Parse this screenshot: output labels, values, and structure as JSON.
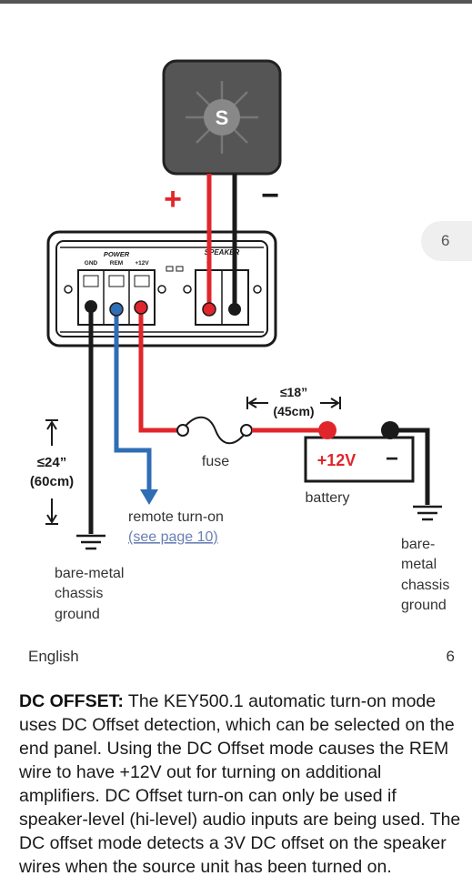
{
  "diagram": {
    "plus_sign": "+",
    "minus_sign": "−",
    "amp": {
      "power_label": "POWER",
      "speaker_label": "SPEAKER",
      "gnd_label": "GND",
      "rem_label": "REM",
      "v12_label": "+12V",
      "spk_plus": "+",
      "spk_minus": "−"
    },
    "dim_18": "≤18”",
    "dim_18_cm": "(45cm)",
    "dim_24": "≤24”",
    "dim_24_cm": "(60cm)",
    "fuse_label": "fuse",
    "battery_label": "battery",
    "battery_plus": "+12V",
    "battery_minus": "−",
    "remote_label": "remote turn-on",
    "remote_link": "(see page 10)",
    "ground_left": [
      "bare-metal",
      "chassis",
      "ground"
    ],
    "ground_right": [
      "bare-",
      "metal",
      "chassis",
      "ground"
    ],
    "colors": {
      "red": "#e0262b",
      "blue": "#2f6db5",
      "black": "#1a1a1a",
      "speaker": "#555555"
    }
  },
  "page_badge": "6",
  "footer": {
    "language": "English",
    "page_number": "6"
  },
  "paragraph": {
    "heading": "DC OFFSET:",
    "text": " The KEY500.1 automatic turn-on mode uses DC Offset detection, which can be selected on the end panel. Using the DC Offset mode causes the REM wire to have +12V out for turning on additional amplifiers. DC Offset turn-on can only be used if speaker-level (hi-level) audio inputs are being used. The DC offset mode detects a 3V DC offset on the speaker wires when the source unit has been turned on."
  }
}
